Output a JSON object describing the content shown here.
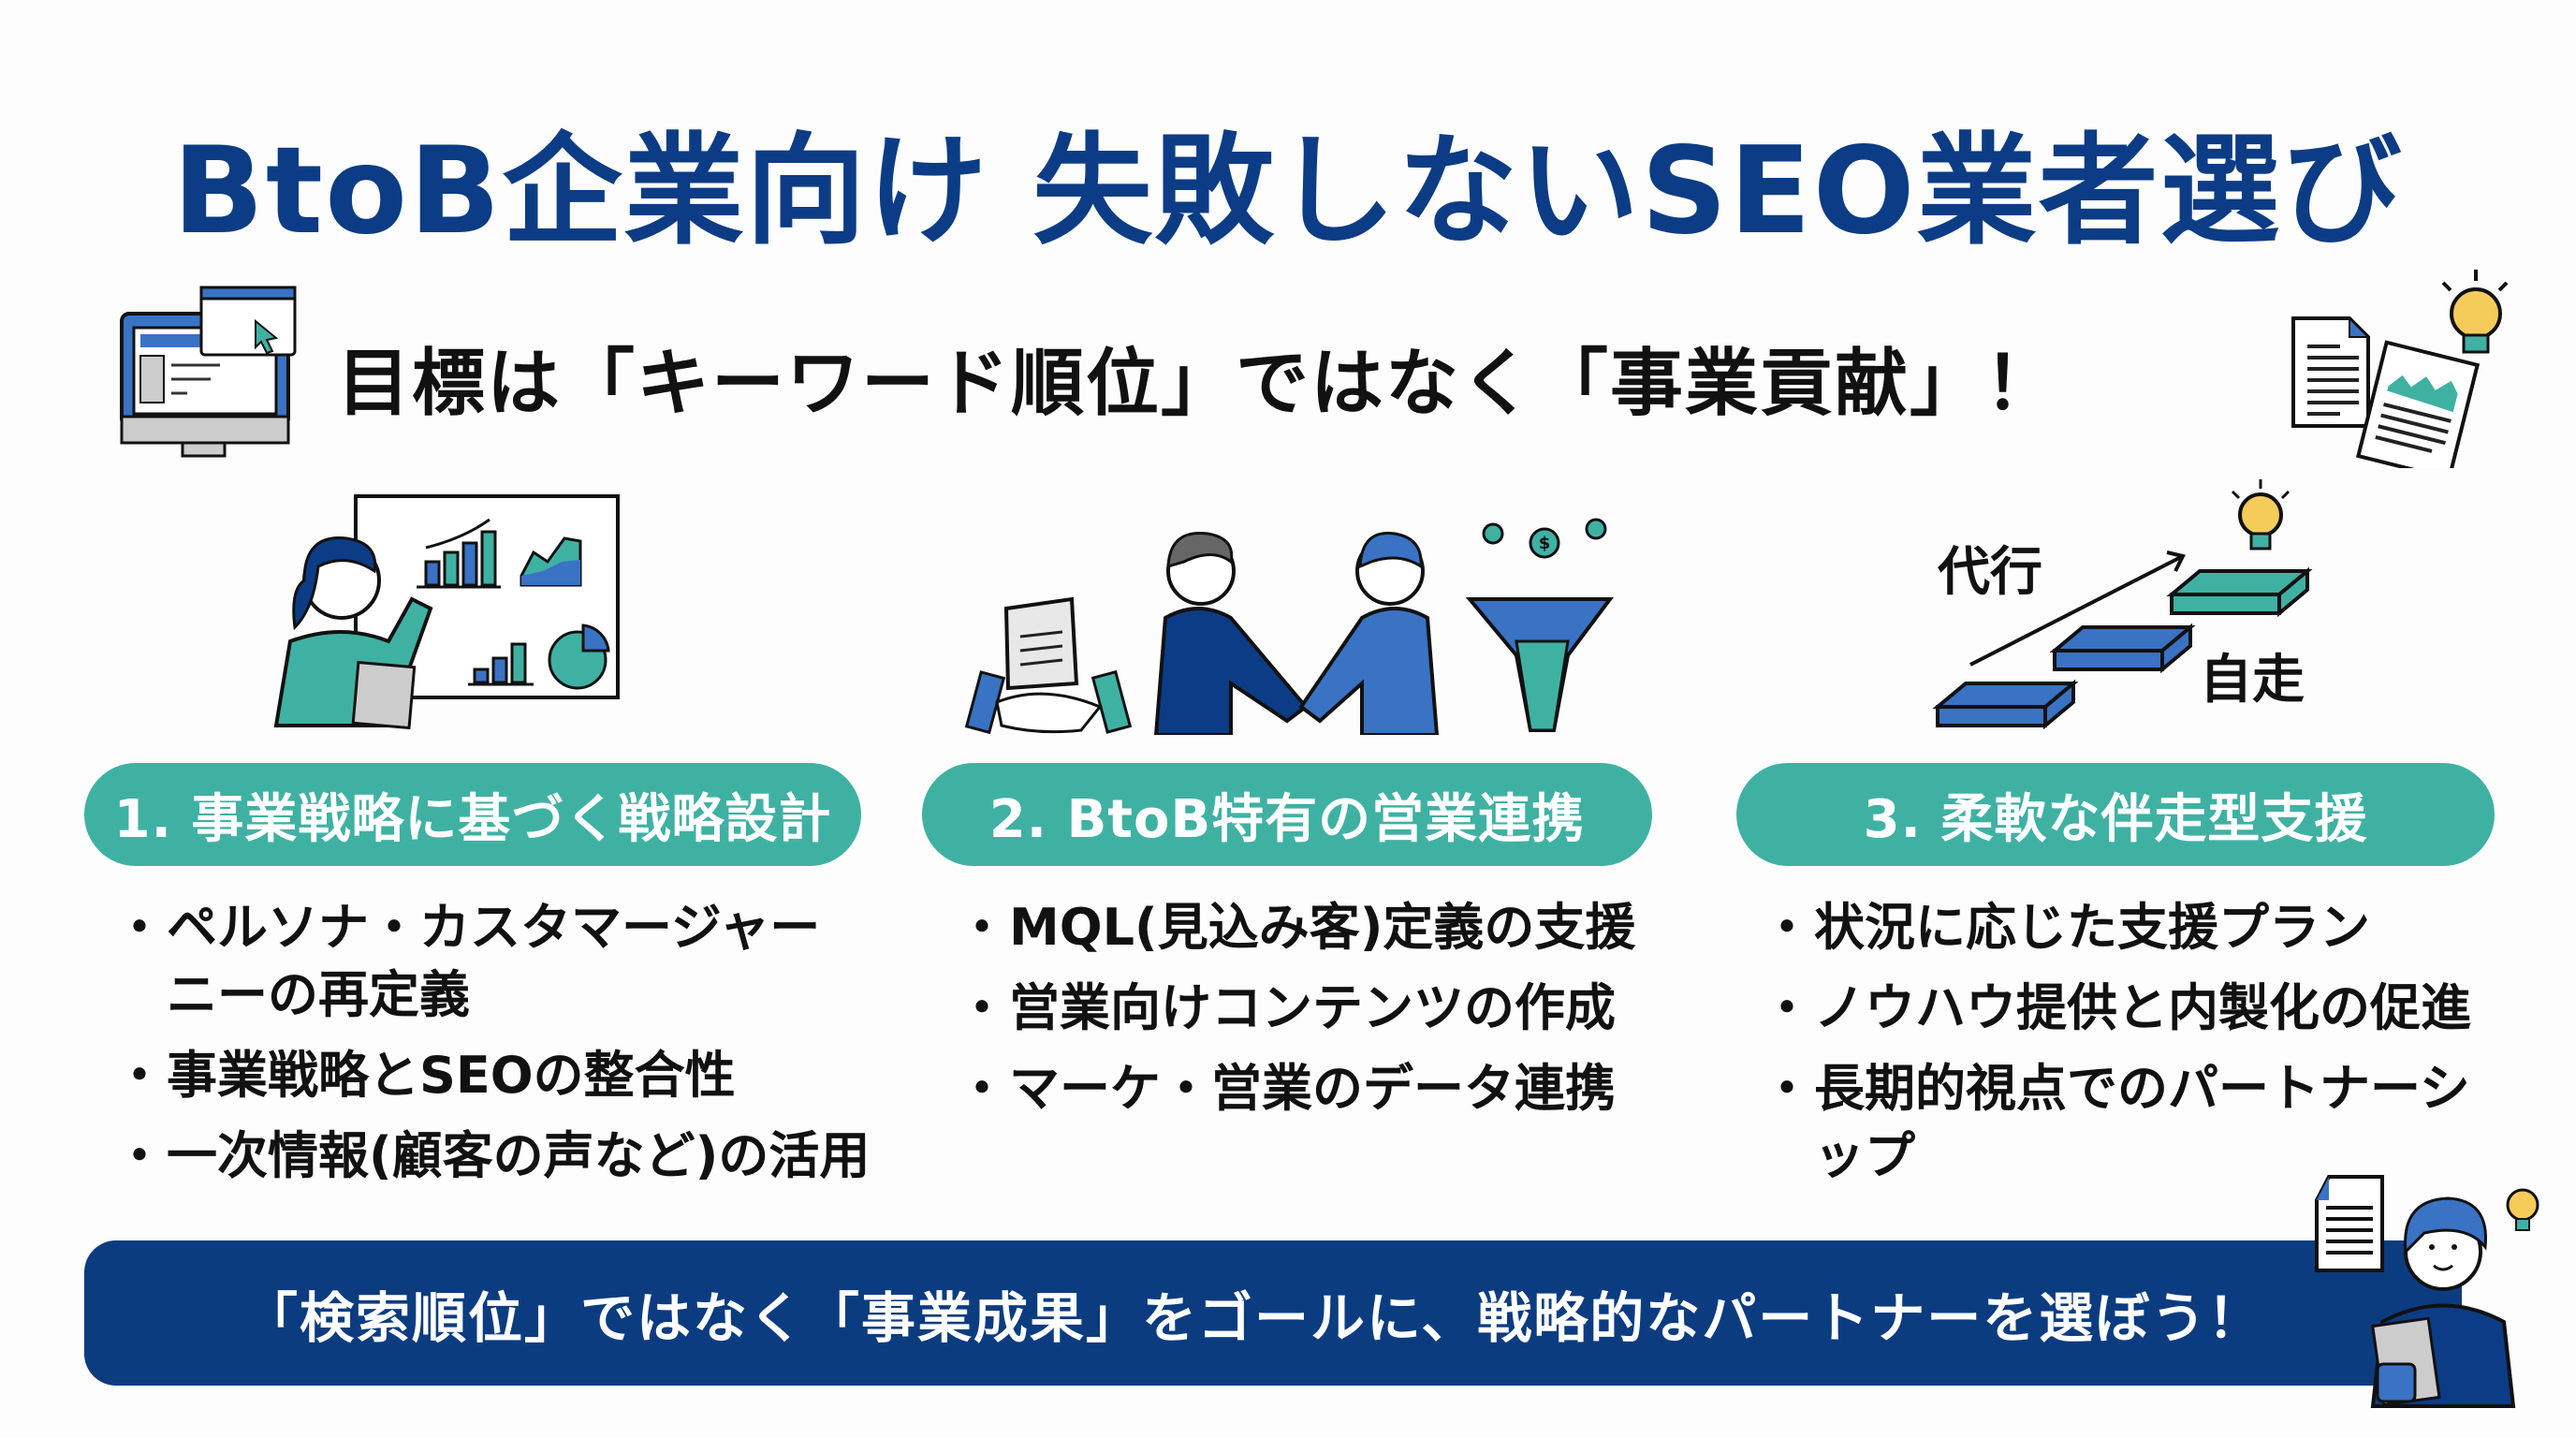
{
  "header": {
    "title": "BtoB企業向け 失敗しないSEO業者選び",
    "subtitle": "目標は「キーワード順位」ではなく「事業貢献」！"
  },
  "colors": {
    "title_blue": "#0c3c85",
    "teal": "#3fb1a3",
    "banner_navy": "#0c3c80",
    "accent_blue": "#3a72c4",
    "bulb_yellow": "#f5cc5a"
  },
  "sections": [
    {
      "heading": "1. 事業戦略に基づく戦略設計",
      "illustration": "presenter-with-charts",
      "bullets": [
        "ペルソナ・カスタマージャーニーの再定義",
        "事業戦略とSEOの整合性",
        "一次情報(顧客の声など)の活用"
      ]
    },
    {
      "heading": "2. BtoB特有の営業連携",
      "illustration": "handshake-and-funnel",
      "bullets": [
        "MQL(見込み客)定義の支援",
        "営業向けコンテンツの作成",
        "マーケ・営業のデータ連携"
      ]
    },
    {
      "heading": "3. 柔軟な伴走型支援",
      "illustration": "steps-agency-to-self",
      "step_labels": {
        "start": "代行",
        "end": "自走"
      },
      "bullets": [
        "状況に応じた支援プラン",
        "ノウハウ提供と内製化の促進",
        "長期的視点でのパートナーシップ"
      ]
    }
  ],
  "banner": {
    "text": "「検索順位」ではなく「事業成果」をゴールに、戦略的なパートナーを選ぼう！"
  }
}
